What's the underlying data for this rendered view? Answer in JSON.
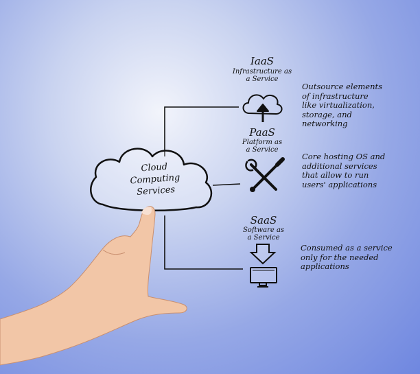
{
  "center": {
    "lines": [
      "Cloud",
      "Computing",
      "Services"
    ]
  },
  "services": [
    {
      "name": "IaaS",
      "subtitle": [
        "Infrastructure as",
        "a Service"
      ],
      "icon": "cloud-upload-icon",
      "description": [
        "Outsource elements",
        "of infrastructure",
        "like virtualization,",
        "storage, and",
        "networking"
      ]
    },
    {
      "name": "PaaS",
      "subtitle": [
        "Platform as",
        "a Service"
      ],
      "icon": "wrench-screwdriver-icon",
      "description": [
        "Core hosting OS and",
        "additional services",
        "that allow to run",
        "users' applications"
      ]
    },
    {
      "name": "SaaS",
      "subtitle": [
        "Software as",
        "a Service"
      ],
      "icon": "download-monitor-icon",
      "description": [
        "Consumed as a service",
        "only for the needed",
        "applications"
      ]
    }
  ],
  "colors": {
    "ink": "#111111",
    "background": "#8ea2e5",
    "skin": "#f2c6a7"
  }
}
